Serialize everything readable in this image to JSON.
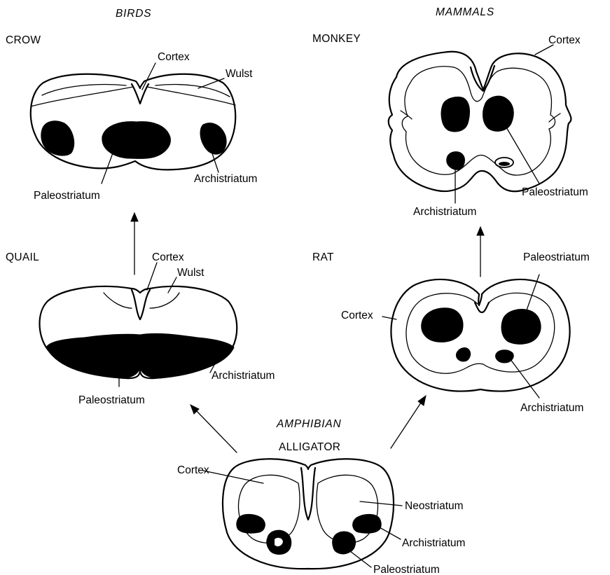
{
  "groups": {
    "birds": "BIRDS",
    "mammals": "MAMMALS",
    "amphibian": "AMPHIBIAN"
  },
  "species": {
    "crow": "CROW",
    "monkey": "MONKEY",
    "quail": "QUAIL",
    "rat": "RAT",
    "alligator": "ALLIGATOR"
  },
  "labels": {
    "cortex": "Cortex",
    "wulst": "Wulst",
    "archistriatum": "Archistriatum",
    "paleostriatum": "Paleostriatum",
    "neostriatum": "Neostriatum"
  },
  "colors": {
    "ink": "#000000",
    "paper": "#ffffff"
  }
}
